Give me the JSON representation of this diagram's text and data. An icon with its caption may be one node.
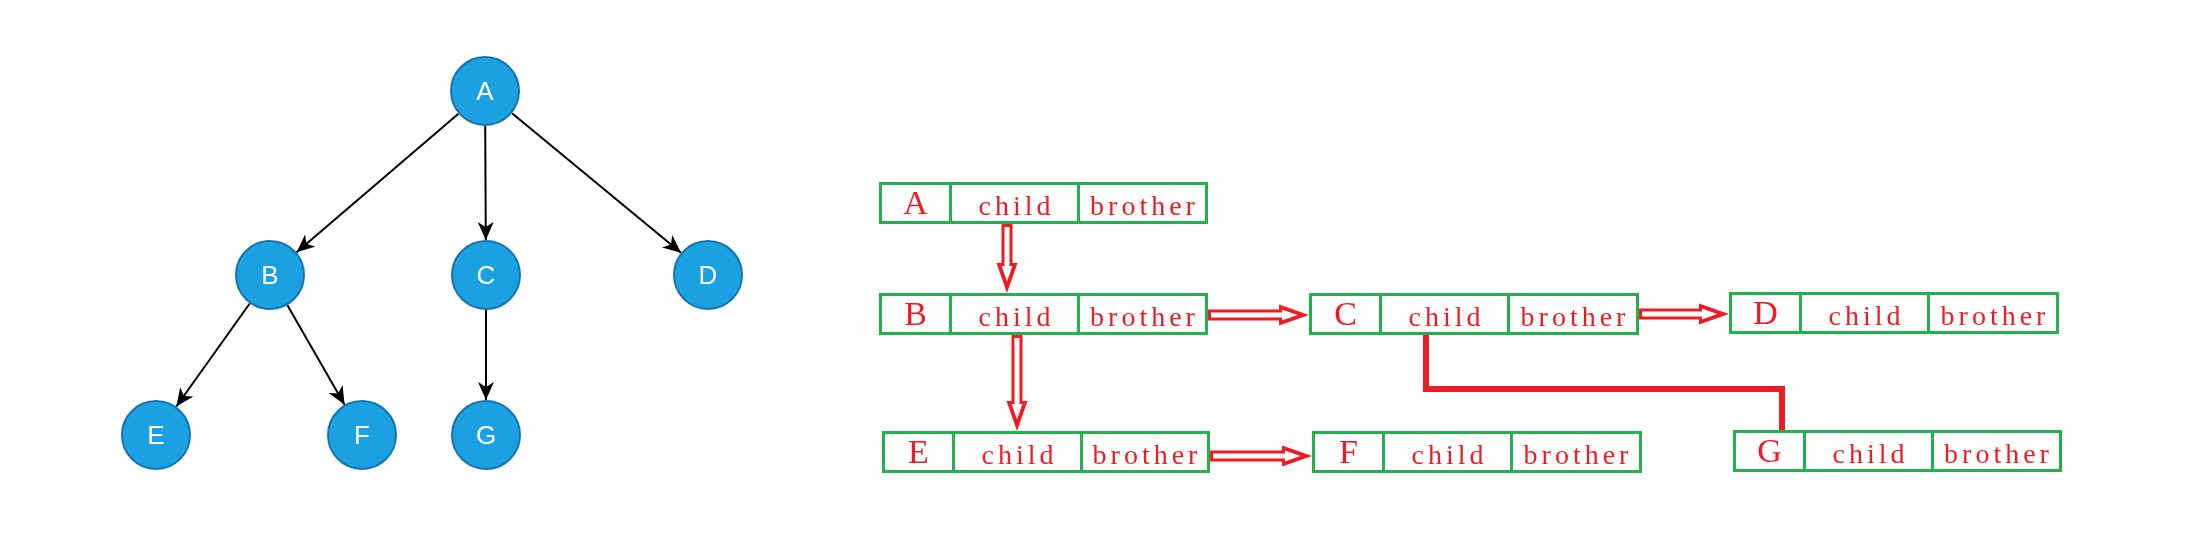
{
  "diagram": {
    "nodes": [
      {
        "text": [
          "A"
        ]
      },
      {
        "text": [
          "B"
        ]
      },
      {
        "text": [
          "C"
        ]
      },
      {
        "text": [
          "D"
        ]
      },
      {
        "text": [
          "E"
        ]
      },
      {
        "text": [
          "F"
        ]
      },
      {
        "text": [
          "G"
        ]
      },
      {
        "text": [
          "A",
          "child",
          "brother"
        ]
      },
      {
        "text": [
          "B",
          "child",
          "brother"
        ]
      },
      {
        "text": [
          "C",
          "child",
          "brother"
        ]
      },
      {
        "text": [
          "D",
          "child",
          "brother"
        ]
      },
      {
        "text": [
          "E",
          "child",
          "brother"
        ]
      },
      {
        "text": [
          "F",
          "child",
          "brother"
        ]
      },
      {
        "text": [
          "G",
          "child",
          "brother"
        ]
      }
    ],
    "edges": [
      {
        "from": 0,
        "to": 1,
        "arrow": "to"
      },
      {
        "from": 0,
        "to": 2,
        "arrow": "to"
      },
      {
        "from": 0,
        "to": 3,
        "arrow": "to"
      },
      {
        "from": 1,
        "to": 4,
        "arrow": "to"
      },
      {
        "from": 1,
        "to": 5,
        "arrow": "to"
      },
      {
        "from": 2,
        "to": 6,
        "arrow": "to"
      },
      {
        "from": 7,
        "to": 8,
        "arrow": "to",
        "style": "thick",
        "color": "#ed1c24"
      },
      {
        "from": 8,
        "to": 9,
        "arrow": "to",
        "style": "thick",
        "color": "#ed1c24"
      },
      {
        "from": 9,
        "to": 10,
        "arrow": "to",
        "style": "thick",
        "color": "#ed1c24"
      },
      {
        "from": 8,
        "to": 11,
        "arrow": "to",
        "style": "thick",
        "color": "#ed1c24"
      },
      {
        "from": 11,
        "to": 12,
        "arrow": "to",
        "style": "thick",
        "color": "#ed1c24"
      },
      {
        "from": 9,
        "to": 13,
        "arrow": "none",
        "style": "thick",
        "color": "#ed1c24"
      }
    ]
  }
}
